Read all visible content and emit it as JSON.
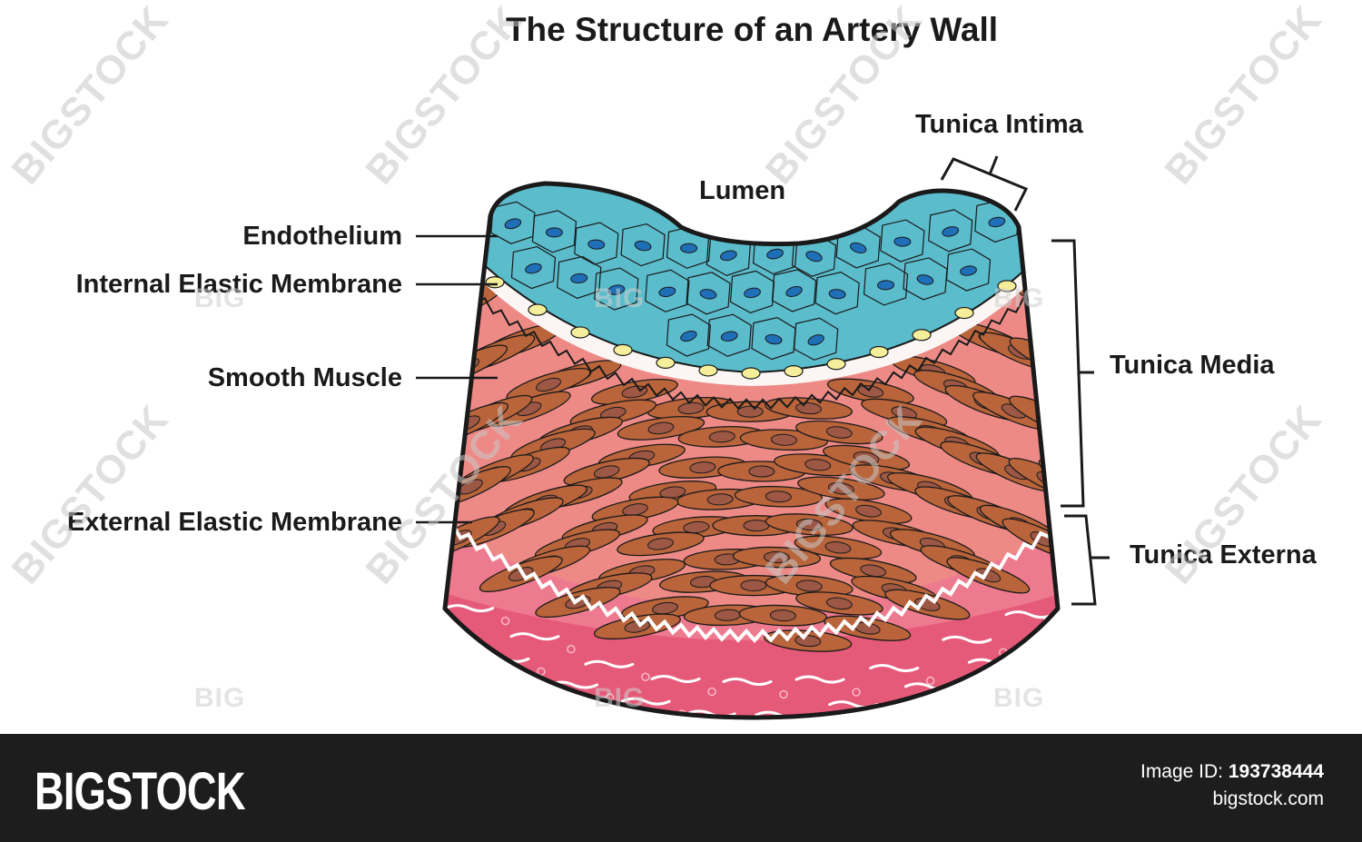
{
  "title": "The Structure of an Artery Wall",
  "labels": {
    "lumen": "Lumen",
    "tunica_intima": "Tunica Intima",
    "endothelium": "Endothelium",
    "internal_elastic_membrane": "Internal Elastic Membrane",
    "smooth_muscle": "Smooth Muscle",
    "external_elastic_membrane": "External Elastic Membrane",
    "tunica_media": "Tunica Media",
    "tunica_externa": "Tunica Externa"
  },
  "colors": {
    "endothelium": "#5bbccc",
    "nucleus_blue": "#1f6fb8",
    "elastic_white": "#ffffff",
    "yellow_cells": "#f5ee9a",
    "media_pink": "#ee8a86",
    "muscle_brown": "#b9643a",
    "muscle_nucleus": "#9c5745",
    "externa_pink": "#e65a79",
    "outline": "#1a1a1a"
  },
  "watermark": {
    "text": "BIGSTOCK",
    "small": "BIG"
  },
  "footer": {
    "brand": "BIGSTOCK",
    "image_id_label": "Image ID:",
    "image_id": "193738444",
    "site": "bigstock.com"
  }
}
